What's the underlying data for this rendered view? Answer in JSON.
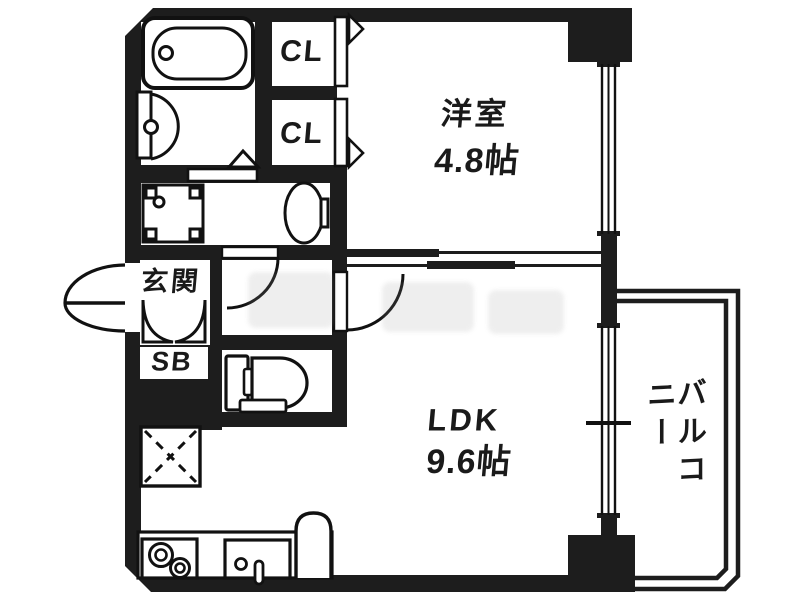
{
  "plan_type": "apartment-floor-plan",
  "colors": {
    "wall": "#1d1d1d",
    "line": "#111111",
    "background": "#ffffff",
    "label_text": "#1a1a1a"
  },
  "labels": {
    "closet_top": "CL",
    "closet_bottom": "CL",
    "western_room_name": "洋室",
    "western_room_size": "4.8帖",
    "entrance": "玄関",
    "shoe_box": "SB",
    "ldk_name": "LDK",
    "ldk_size": "9.6帖",
    "balcony": "バルコニー"
  },
  "icons": [
    "bathtub-icon",
    "bath-door-icon",
    "door-triangle-icon",
    "washing-machine-pan-icon",
    "washbasin-icon",
    "toilet-icon",
    "entrance-double-swing-door-icon",
    "bifold-door-icon",
    "hall-door-swing-icon",
    "ldk-door-swing-icon",
    "sliding-door-icon",
    "window-icon",
    "window-center-mark-icon",
    "refrigerator-space-icon",
    "gas-stove-icon",
    "kitchen-sink-icon",
    "kitchen-counter-arch-icon"
  ]
}
